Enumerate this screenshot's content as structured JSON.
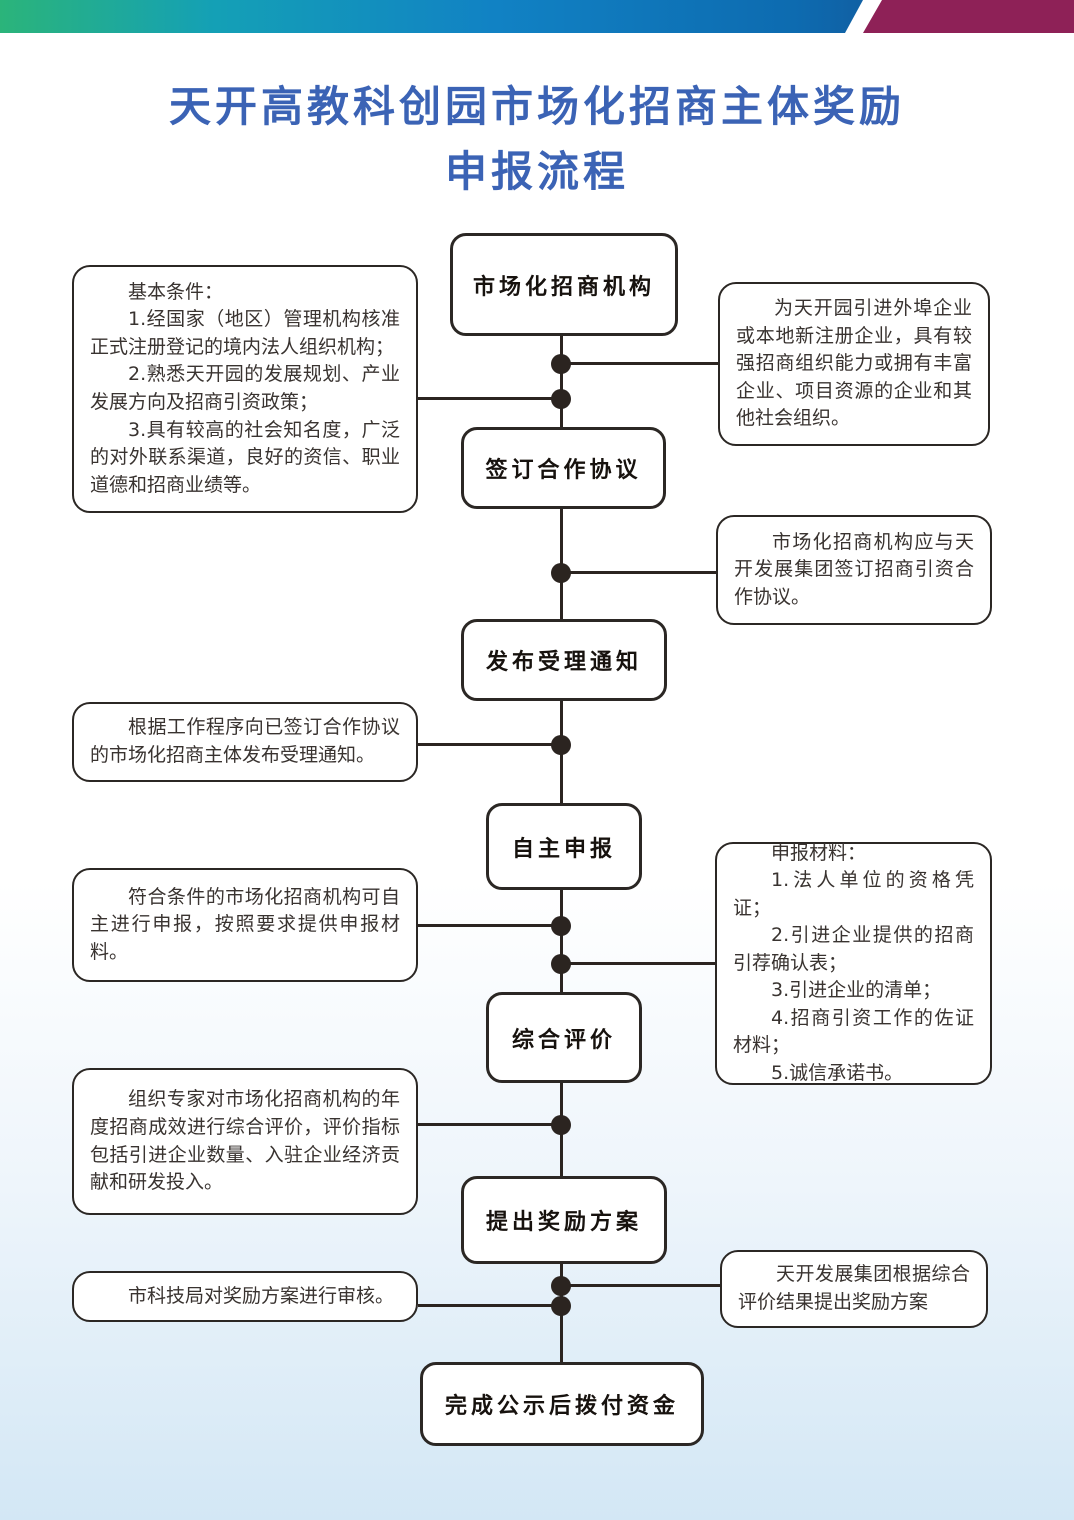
{
  "theme": {
    "banner-green": "#2bb47a",
    "banner-teal": "#14a0b6",
    "banner-blue": "#1182c4",
    "banner-navy": "#1c3f7e",
    "banner-magenta": "#8e2157",
    "title-color": "#3b63b5",
    "line-color": "#2b2420",
    "box-border": "#2b2724",
    "text-color": "#393330"
  },
  "title": {
    "line1": "天开高教科创园市场化招商主体奖励",
    "line2": "申报流程"
  },
  "flow": {
    "nodes": [
      {
        "label": "市场化招商机构"
      },
      {
        "label": "签订合作协议"
      },
      {
        "label": "发布受理通知"
      },
      {
        "label": "自主申报"
      },
      {
        "label": "综合评价"
      },
      {
        "label": "提出奖励方案"
      },
      {
        "label": "完成公示后拨付资金"
      }
    ],
    "annotations": {
      "basic_conditions": {
        "side": "left",
        "paragraphs": [
          "基本条件：",
          "1.经国家（地区）管理机构核准正式注册登记的境内法人组织机构；",
          "2.熟悉天开园的发展规划、产业发展方向及招商引资政策；",
          "3.具有较高的社会知名度，广泛的对外联系渠道，良好的资信、职业道德和招商业绩等。"
        ]
      },
      "agency_description": {
        "side": "right",
        "paragraphs": [
          "为天开园引进外埠企业或本地新注册企业，具有较强招商组织能力或拥有丰富企业、项目资源的企业和其他社会组织。"
        ]
      },
      "agreement_note": {
        "side": "right",
        "paragraphs": [
          "市场化招商机构应与天开发展集团签订招商引资合作协议。"
        ]
      },
      "notice_note": {
        "side": "left",
        "paragraphs": [
          "根据工作程序向已签订合作协议的市场化招商主体发布受理通知。"
        ]
      },
      "application_note": {
        "side": "left",
        "paragraphs": [
          "符合条件的市场化招商机构可自主进行申报，按照要求提供申报材料。"
        ]
      },
      "materials": {
        "side": "right",
        "paragraphs": [
          "申报材料：",
          "1.法人单位的资格凭证；",
          "2.引进企业提供的招商引荐确认表；",
          "3.引进企业的清单；",
          "4.招商引资工作的佐证材料；",
          "5.诚信承诺书。"
        ]
      },
      "evaluation_note": {
        "side": "left",
        "paragraphs": [
          "组织专家对市场化招商机构的年度招商成效进行综合评价，评价指标包括引进企业数量、入驻企业经济贡献和研发投入。"
        ]
      },
      "reward_plan_note": {
        "side": "right",
        "paragraphs": [
          "天开发展集团根据综合评价结果提出奖励方案"
        ]
      },
      "review_note": {
        "side": "left",
        "paragraphs": [
          "市科技局对奖励方案进行审核。"
        ]
      }
    }
  }
}
